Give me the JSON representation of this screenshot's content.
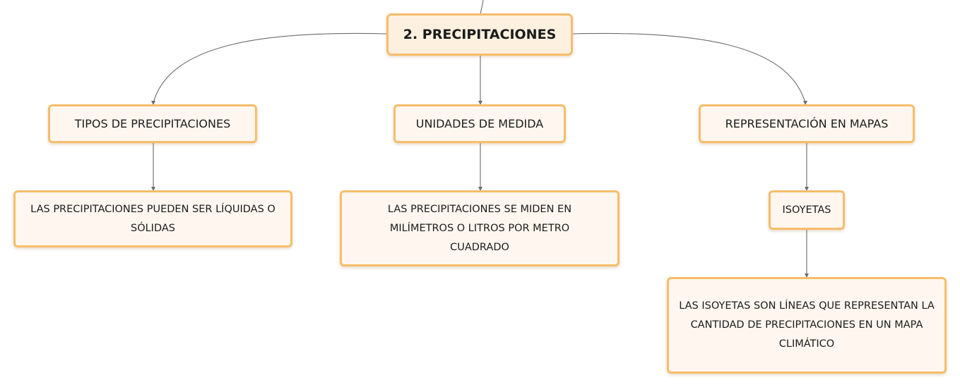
{
  "colors": {
    "node_fill": "#fff7ef",
    "node_border": "#f6bd6a",
    "connector": "#6c6c6c"
  },
  "root": {
    "label": "2. PRECIPITACIONES"
  },
  "branches": {
    "tipos": {
      "label": "TIPOS DE PRECIPITACIONES",
      "detail": "LAS PRECIPITACIONES PUEDEN SER LÍQUIDAS O SÓLIDAS"
    },
    "unidades": {
      "label": "UNIDADES DE MEDIDA",
      "detail": "LAS PRECIPITACIONES SE MIDEN EN MILÍMETROS O LITROS POR METRO CUADRADO"
    },
    "representacion": {
      "label": "REPRESENTACIÓN EN MAPAS",
      "sub": "ISOYETAS",
      "detail": "LAS ISOYETAS SON LÍNEAS QUE REPRESENTAN LA CANTIDAD DE PRECIPITACIONES EN UN MAPA CLIMÁTICO"
    }
  }
}
